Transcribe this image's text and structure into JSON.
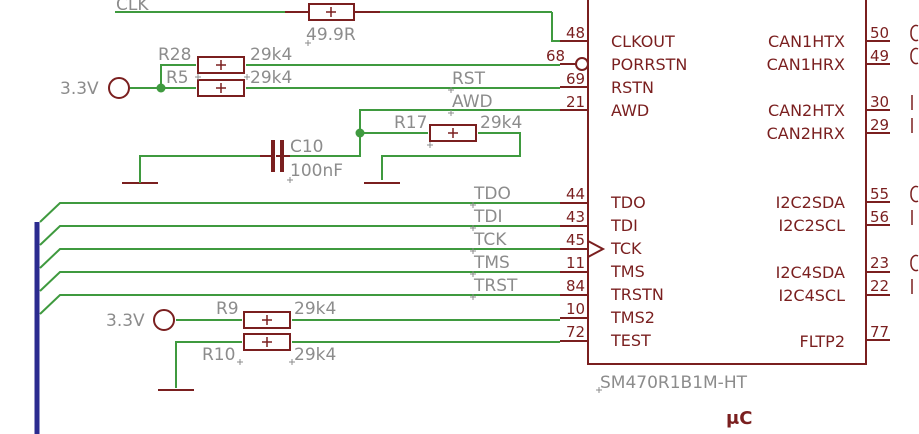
{
  "colors": {
    "wire": "#3f9a3f",
    "part": "#7a1f1f",
    "label": "#8c8c8c",
    "bus": "#2b2b8f",
    "background": "#ffffff"
  },
  "net_labels": {
    "clk": "CLK",
    "rst": "RST",
    "awd": "AWD",
    "tdo": "TDO",
    "tdi": "TDI",
    "tck": "TCK",
    "tms": "TMS",
    "trst": "TRST"
  },
  "supplies": {
    "vcc_top": "3.3V",
    "vcc_bottom": "3.3V"
  },
  "components": {
    "r_clk": {
      "value": "49.9R"
    },
    "r28": {
      "name": "R28",
      "value": "29k4"
    },
    "r5": {
      "name": "R5",
      "value": "29k4"
    },
    "r17": {
      "name": "R17",
      "value": "29k4"
    },
    "c10": {
      "name": "C10",
      "value": "100nF"
    },
    "r9": {
      "name": "R9",
      "value": "29k4"
    },
    "r10": {
      "name": "R10",
      "value": "29k4"
    }
  },
  "ic": {
    "part_number": "SM470R1B1M-HT",
    "designator": "μC",
    "left_pins": [
      {
        "num": "48",
        "name": "CLKOUT"
      },
      {
        "num": "68",
        "name": "PORRSTN"
      },
      {
        "num": "69",
        "name": "RSTN"
      },
      {
        "num": "21",
        "name": "AWD"
      },
      {
        "num": "44",
        "name": "TDO"
      },
      {
        "num": "43",
        "name": "TDI"
      },
      {
        "num": "45",
        "name": "TCK"
      },
      {
        "num": "11",
        "name": "TMS"
      },
      {
        "num": "84",
        "name": "TRSTN"
      },
      {
        "num": "10",
        "name": "TMS2"
      },
      {
        "num": "72",
        "name": "TEST"
      }
    ],
    "right_pins": [
      {
        "num": "50",
        "name": "CAN1HTX"
      },
      {
        "num": "49",
        "name": "CAN1HRX"
      },
      {
        "num": "30",
        "name": "CAN2HTX"
      },
      {
        "num": "29",
        "name": "CAN2HRX"
      },
      {
        "num": "55",
        "name": "I2C2SDA"
      },
      {
        "num": "56",
        "name": "I2C2SCL"
      },
      {
        "num": "23",
        "name": "I2C4SDA"
      },
      {
        "num": "22",
        "name": "I2C4SCL"
      },
      {
        "num": "77",
        "name": "FLTP2"
      }
    ]
  }
}
